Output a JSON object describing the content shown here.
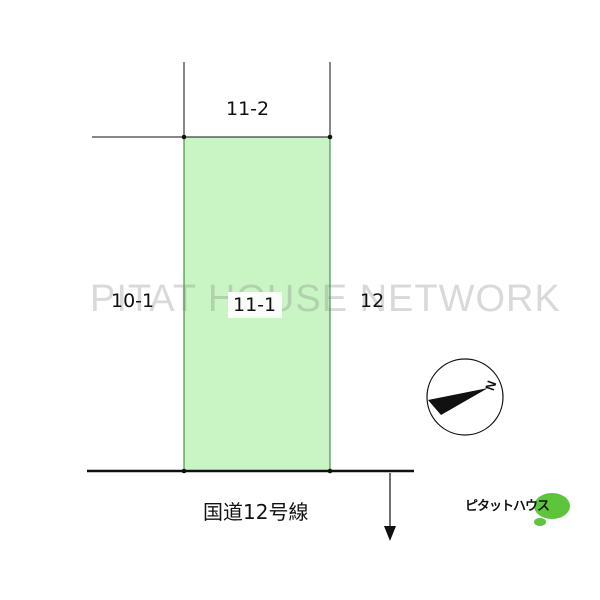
{
  "map": {
    "lots": {
      "north": "11-2",
      "west": "10-1",
      "subject": "11-1",
      "east": "12"
    },
    "road": "国道12号線",
    "watermark": "PITAT HOUSE NETWORK",
    "compass": {
      "north_label": "N"
    },
    "logo": {
      "text": "ピタットハウス",
      "accent_color": "#5cc53a"
    },
    "colors": {
      "subject_fill": "#c8f5c3",
      "subject_stroke": "#2b8a2b"
    }
  }
}
